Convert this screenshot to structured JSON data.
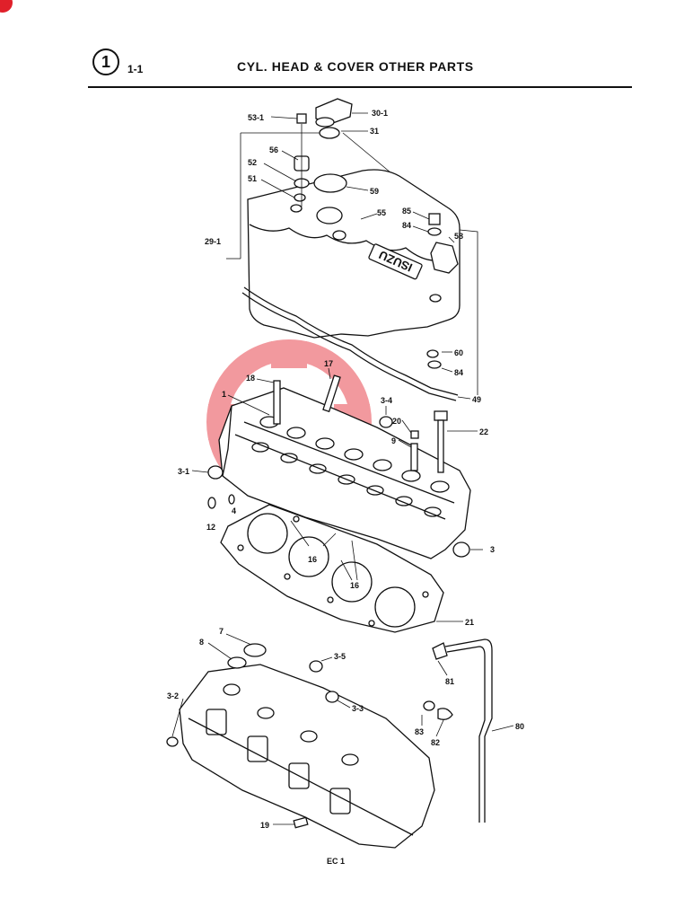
{
  "header": {
    "section_number": "1",
    "sub_number": "1-1",
    "title": "CYL. HEAD & COVER OTHER PARTS"
  },
  "footer": {
    "code": "EC 1"
  },
  "watermark": {
    "color": "#e8474f"
  },
  "callouts": [
    {
      "id": "c-53-1",
      "text": "53-1"
    },
    {
      "id": "c-30-1",
      "text": "30-1"
    },
    {
      "id": "c-31",
      "text": "31"
    },
    {
      "id": "c-56",
      "text": "56"
    },
    {
      "id": "c-52",
      "text": "52"
    },
    {
      "id": "c-51",
      "text": "51"
    },
    {
      "id": "c-59",
      "text": "59"
    },
    {
      "id": "c-55",
      "text": "55"
    },
    {
      "id": "c-85",
      "text": "85"
    },
    {
      "id": "c-84a",
      "text": "84"
    },
    {
      "id": "c-58",
      "text": "58"
    },
    {
      "id": "c-29-1",
      "text": "29-1"
    },
    {
      "id": "c-60",
      "text": "60"
    },
    {
      "id": "c-84b",
      "text": "84"
    },
    {
      "id": "c-49",
      "text": "49"
    },
    {
      "id": "c-17",
      "text": "17"
    },
    {
      "id": "c-18",
      "text": "18"
    },
    {
      "id": "c-1",
      "text": "1"
    },
    {
      "id": "c-3-4",
      "text": "3-4"
    },
    {
      "id": "c-20",
      "text": "20"
    },
    {
      "id": "c-9",
      "text": "9"
    },
    {
      "id": "c-22",
      "text": "22"
    },
    {
      "id": "c-3-1",
      "text": "3-1"
    },
    {
      "id": "c-4",
      "text": "4"
    },
    {
      "id": "c-12",
      "text": "12"
    },
    {
      "id": "c-3",
      "text": "3"
    },
    {
      "id": "c-16a",
      "text": "16"
    },
    {
      "id": "c-16b",
      "text": "16"
    },
    {
      "id": "c-21",
      "text": "21"
    },
    {
      "id": "c-7",
      "text": "7"
    },
    {
      "id": "c-8",
      "text": "8"
    },
    {
      "id": "c-3-5",
      "text": "3-5"
    },
    {
      "id": "c-81",
      "text": "81"
    },
    {
      "id": "c-3-2",
      "text": "3-2"
    },
    {
      "id": "c-3-3",
      "text": "3-3"
    },
    {
      "id": "c-83",
      "text": "83"
    },
    {
      "id": "c-82",
      "text": "82"
    },
    {
      "id": "c-80",
      "text": "80"
    },
    {
      "id": "c-19",
      "text": "19"
    }
  ]
}
